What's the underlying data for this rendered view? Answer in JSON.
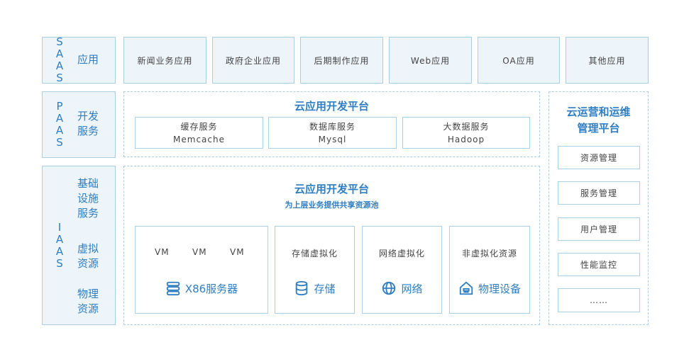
{
  "layers": {
    "saas": {
      "letters": [
        "S",
        "A",
        "A",
        "S"
      ],
      "name": "应用"
    },
    "paas": {
      "letters": [
        "P",
        "A",
        "A",
        "S"
      ],
      "name_lines": [
        "开发",
        "服务"
      ]
    },
    "iaas": {
      "letters": [
        "I",
        "A",
        "A",
        "S"
      ],
      "groups": [
        [
          "基础",
          "设施",
          "服务"
        ],
        [
          "虚拟",
          "资源"
        ],
        [
          "物理",
          "资源"
        ]
      ]
    }
  },
  "saas_apps": [
    "新闻业务应用",
    "政府企业应用",
    "后期制作应用",
    "Web应用",
    "OA应用",
    "其他应用"
  ],
  "paas_platform": {
    "title": "云应用开发平台",
    "services": [
      {
        "name": "缓存服务",
        "tech": "Memcache"
      },
      {
        "name": "数据库服务",
        "tech": "Mysql"
      },
      {
        "name": "大数据服务",
        "tech": "Hadoop"
      }
    ]
  },
  "iaas_platform": {
    "title": "云应用开发平台",
    "subtitle": "为上层业务提供共享资源池",
    "vm_labels": [
      "VM",
      "VM",
      "VM"
    ],
    "x86_label": "X86服务器",
    "storage": {
      "label": "存储虚拟化",
      "foot": "存储"
    },
    "network": {
      "label": "网络虚拟化",
      "foot": "网络"
    },
    "physical": {
      "label": "非虚拟化资源",
      "foot": "物理设备"
    }
  },
  "ops_platform": {
    "title_lines": [
      "云运营和运维",
      "管理平台"
    ],
    "items": [
      "资源管理",
      "服务管理",
      "用户管理",
      "性能监控",
      "……"
    ]
  },
  "colors": {
    "accent": "#2f7ec1",
    "border": "#a9cfe6",
    "fill": "#edf4fa"
  },
  "icons": {
    "server": "server-icon",
    "storage": "database-icon",
    "network": "globe-icon",
    "physical": "house-icon"
  }
}
